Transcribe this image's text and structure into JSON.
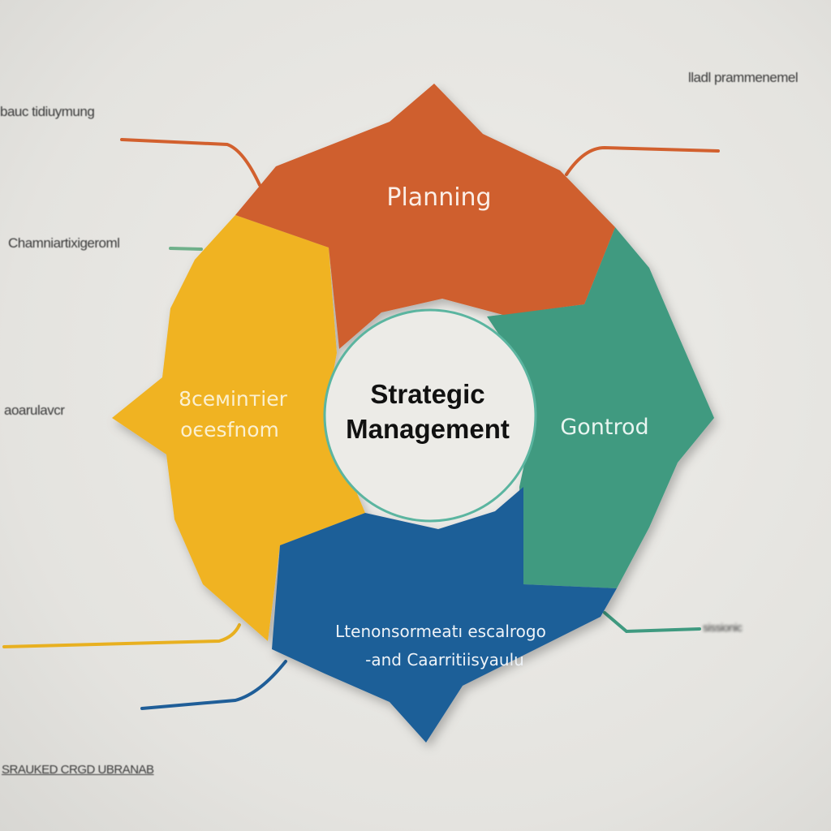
{
  "diagram": {
    "center": {
      "line1": "Strategic",
      "line2": "Management"
    },
    "segments": [
      {
        "id": "planning",
        "label": "Planning",
        "color": "#cf5f2e"
      },
      {
        "id": "control",
        "label": "Gontrod",
        "color": "#3f9a80"
      },
      {
        "id": "bottom",
        "label_line1": "Ltenonsormeatı escalrogo",
        "label_line2": "-and Caarritiisyaulu",
        "color": "#1f5e98"
      },
      {
        "id": "left",
        "label_line1": "8семіnтіer",
        "label_line2": "оєesfnom",
        "color": "#f0b323"
      }
    ],
    "side_labels": {
      "top_left": "bauc tidiuymung",
      "mid_left": "Chamniartixigeroml",
      "left": "aoarulavcr",
      "bottom_left": "SRAUKED CRGD UBRANAB",
      "top_right": "lladl prammenemel",
      "bottom_right": "sissionic"
    }
  }
}
